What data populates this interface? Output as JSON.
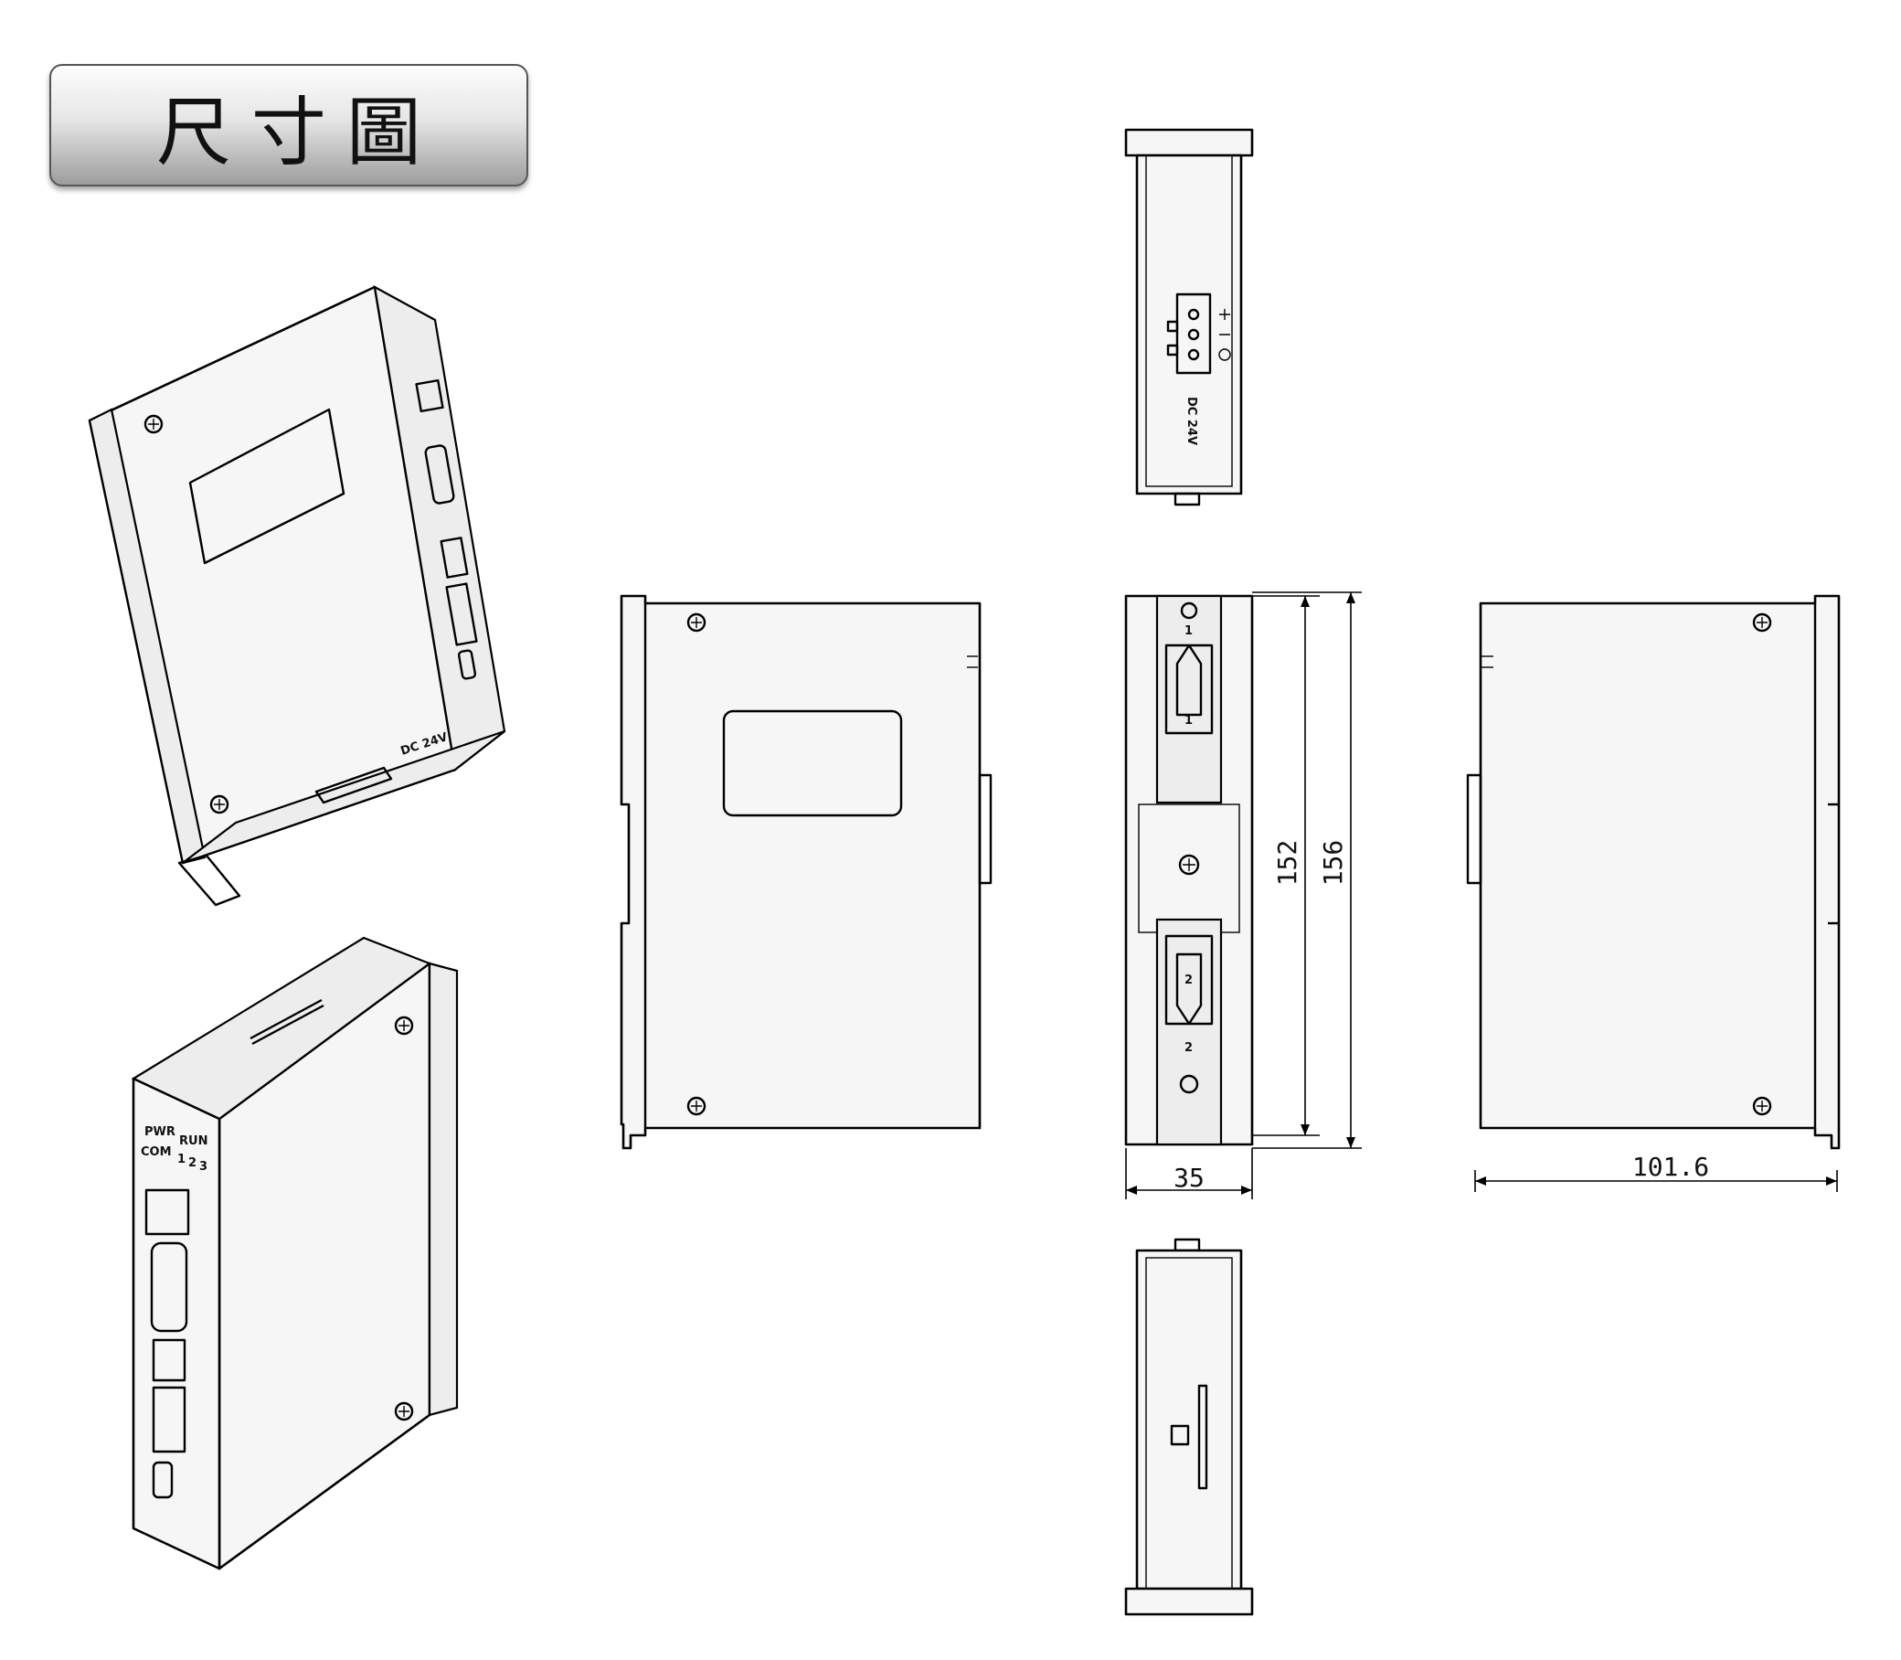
{
  "title": "尺寸圖",
  "connector_label": "DC 24V",
  "front_labels": {
    "pwr": "PWR",
    "run": "RUN",
    "com": "COM",
    "c1": "1",
    "c2": "2",
    "c3": "3"
  },
  "clip_labels": {
    "top": "1",
    "bottom": "2"
  },
  "dimensions": {
    "inner_height": "152",
    "outer_height": "156",
    "width": "35",
    "depth": "101.6"
  }
}
